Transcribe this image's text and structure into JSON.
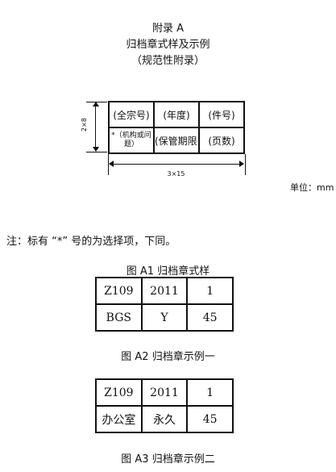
{
  "header": {
    "appendix": "附录 A",
    "title": "归档章式样及示例",
    "subtitle": "（规范性附录）"
  },
  "stamp_format": {
    "row1": [
      "(全宗号)",
      "(年度)",
      "(件号)"
    ],
    "row2": [
      "*（机构或问题）",
      "(保管期限)",
      "(页数)"
    ],
    "height_dim": "2×8",
    "width_dim": "3×15"
  },
  "unit_label": "单位：mm",
  "note": "注：标有 “*” 号的为选择项，下同。",
  "captions": {
    "a1": "图 A1 归档章式样",
    "a2": "图 A2 归档章示例一",
    "a3": "图 A3 归档章示例二"
  },
  "example1": {
    "row1": [
      "Z109",
      "2011",
      "1"
    ],
    "row2": [
      "BGS",
      "Y",
      "45"
    ]
  },
  "example2": {
    "row1": [
      "Z109",
      "2011",
      "1"
    ],
    "row2": [
      "办公室",
      "永久",
      "45"
    ]
  }
}
